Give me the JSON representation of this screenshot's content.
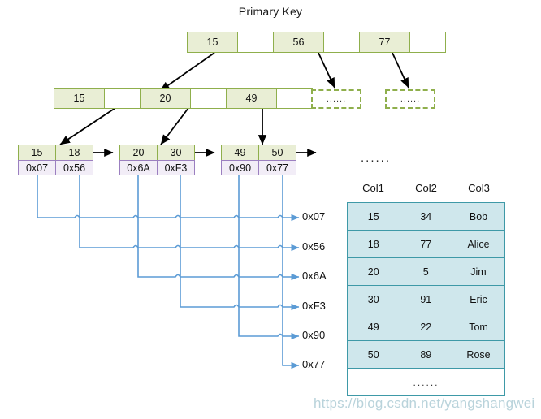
{
  "title": "Primary Key",
  "colors": {
    "node_fill": "#e9eed5",
    "node_border": "#8faf4c",
    "pointer_fill": "#f2edf7",
    "pointer_border": "#9b7fc0",
    "table_fill": "#cfe7ec",
    "table_border": "#3e99a7",
    "wire": "#5b9bd5",
    "arrow": "#000000",
    "watermark": "#b9d3db"
  },
  "root_node": {
    "name": "root-node",
    "cells": [
      {
        "label": "15",
        "type": "key"
      },
      {
        "label": "",
        "type": "pointer"
      },
      {
        "label": "56",
        "type": "key"
      },
      {
        "label": "",
        "type": "pointer"
      },
      {
        "label": "77",
        "type": "key"
      },
      {
        "label": "",
        "type": "pointer"
      }
    ]
  },
  "internal_node": {
    "name": "internal-node",
    "cells": [
      {
        "label": "15",
        "type": "key"
      },
      {
        "label": "",
        "type": "pointer"
      },
      {
        "label": "20",
        "type": "key"
      },
      {
        "label": "",
        "type": "pointer"
      },
      {
        "label": "49",
        "type": "key"
      },
      {
        "label": "",
        "type": "pointer"
      }
    ]
  },
  "leaf_nodes": [
    {
      "name": "leaf-node-1",
      "keys": [
        "15",
        "18"
      ],
      "pointers": [
        "0x07",
        "0x56"
      ]
    },
    {
      "name": "leaf-node-2",
      "keys": [
        "20",
        "30"
      ],
      "pointers": [
        "0x6A",
        "0xF3"
      ]
    },
    {
      "name": "leaf-node-3",
      "keys": [
        "49",
        "50"
      ],
      "pointers": [
        "0x90",
        "0x77"
      ]
    }
  ],
  "placeholder_boxes": [
    {
      "name": "subtree-placeholder-1",
      "label": "......"
    },
    {
      "name": "subtree-placeholder-2",
      "label": "......"
    }
  ],
  "row_ellipsis": "......",
  "address_labels": [
    "0x07",
    "0x56",
    "0x6A",
    "0xF3",
    "0x90",
    "0x77"
  ],
  "data_table": {
    "headers": [
      "Col1",
      "Col2",
      "Col3"
    ],
    "rows": [
      [
        "15",
        "34",
        "Bob"
      ],
      [
        "18",
        "77",
        "Alice"
      ],
      [
        "20",
        "5",
        "Jim"
      ],
      [
        "30",
        "91",
        "Eric"
      ],
      [
        "49",
        "22",
        "Tom"
      ],
      [
        "50",
        "89",
        "Rose"
      ]
    ],
    "footer_ellipsis": "......"
  },
  "watermark": "https://blog.csdn.net/yangshangwei"
}
